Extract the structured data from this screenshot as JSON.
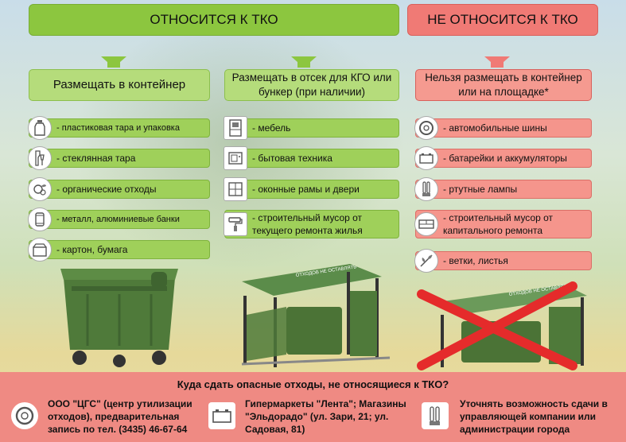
{
  "headers": {
    "tko": "ОТНОСИТСЯ К ТКО",
    "not_tko": "НЕ ОТНОСИТСЯ К ТКО"
  },
  "columns": {
    "container": {
      "title": "Размещать в контейнер",
      "items": [
        "- пластиковая тара и упаковка",
        "- стеклянная тара",
        "- органические отходы",
        "- металл, алюминиевые банки",
        "- картон, бумага"
      ]
    },
    "kgo": {
      "title": "Размещать в отсек для КГО или бункер (при наличии)",
      "items": [
        "- мебель",
        "- бытовая техника",
        "- оконные рамы и двери",
        "- строительный мусор от текущего ремонта жилья"
      ]
    },
    "forbidden": {
      "title": "Нельзя размещать в контейнер или на площадке*",
      "items": [
        "- автомобильные шины",
        "- батарейки и аккумуляторы",
        "- ртутные лампы",
        "- строительный мусор от капитального ремонта",
        "- ветки, листья"
      ]
    }
  },
  "shelter_sign": "ОТХОДОВ НЕ ОСТАВЛЯТЬ",
  "footer": {
    "title": "Куда сдать опасные отходы, не относящиеся к ТКО?",
    "blocks": [
      "ООО \"ЦГС\" (центр утилизации отходов), предварительная запись по тел. (3435) 46-67-64",
      "Гипермаркеты \"Лента\"; Магазины \"Эльдорадо\" (ул. Зари, 21; ул. Садовая, 81)",
      "Уточнять возможность сдачи в управляющей компании или администрации города"
    ]
  },
  "colors": {
    "green": "#8cc63f",
    "red": "#f07a75",
    "container_green": "#4f7a3a"
  }
}
